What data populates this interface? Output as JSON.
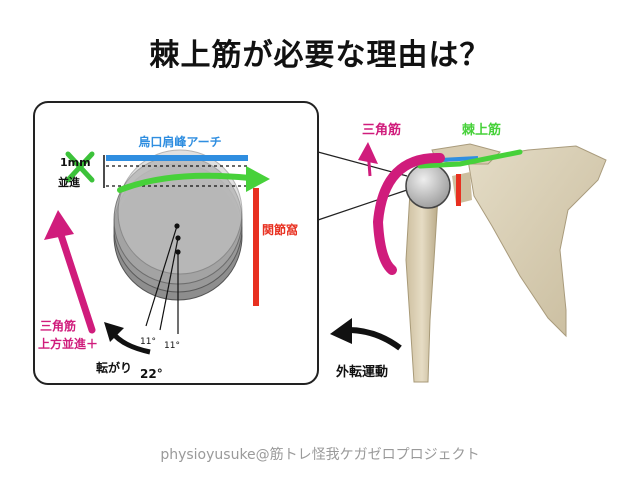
{
  "title": "棘上筋が必要な理由は？",
  "footer": "physioyusuke@筋トレ怪我ケガゼロプロジェクト",
  "inset": {
    "arch_label": "烏口肩峰アーチ",
    "glenoid_label": "関節窩",
    "translation_label_line1": "1mm",
    "translation_label_line2": "並進",
    "deltoid_label_line1": "三角筋",
    "deltoid_label_line2": "上方並進＋",
    "roll_label": "転がり",
    "roll_value": "22°",
    "angle_left": "11°",
    "angle_right": "11°"
  },
  "anatomy": {
    "deltoid_label": "三角筋",
    "supraspinatus_label": "棘上筋",
    "abduction_label": "外転運動"
  },
  "colors": {
    "arch_blue": "#2f8ee0",
    "glenoid_red": "#e83020",
    "muscle_magenta": "#d01c7c",
    "supraspinatus_green": "#47d13a",
    "cross_green": "#3cc23a"
  }
}
